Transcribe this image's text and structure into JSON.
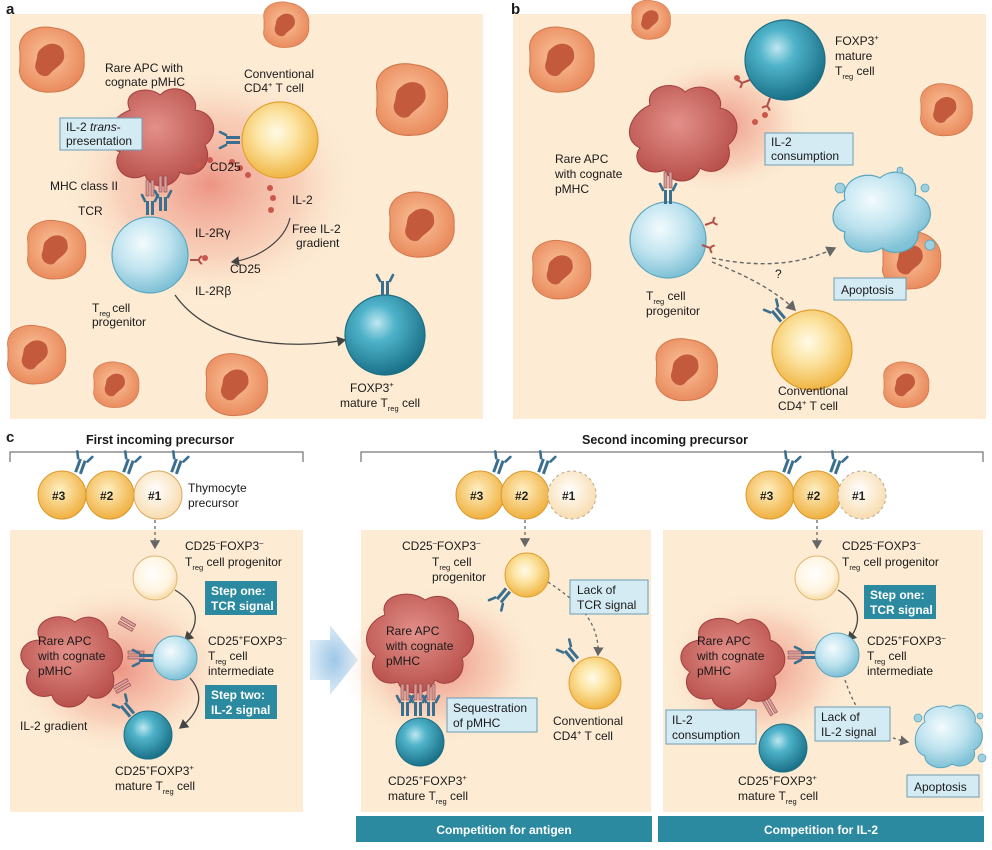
{
  "panels": {
    "a": "a",
    "b": "b",
    "c": "c"
  },
  "panel_a": {
    "rare_apc": [
      "Rare APC with",
      "cognate pMHC"
    ],
    "conventional": [
      "Conventional",
      "CD4",
      "+",
      " T cell"
    ],
    "il2_trans": [
      "IL-2 ",
      "trans",
      "-",
      "presentation"
    ],
    "cd25_top": "CD25",
    "il2": "IL-2",
    "free_il2": [
      "Free IL-2",
      "gradient"
    ],
    "mhc": "MHC class II",
    "tcr": "TCR",
    "il2rg": "IL-2Rγ",
    "cd25": "CD25",
    "il2rb": "IL-2Rβ",
    "treg_prog": [
      "T",
      "reg",
      "cell",
      "progenitor"
    ],
    "foxp3": [
      "FOXP3",
      "+",
      "mature T",
      "reg",
      " cell"
    ]
  },
  "panel_b": {
    "foxp3": [
      "FOXP3",
      "+",
      "mature",
      "T",
      "reg",
      " cell"
    ],
    "il2_cons": [
      "IL-2",
      "consumption"
    ],
    "rare_apc": [
      "Rare APC",
      "with cognate",
      "pMHC"
    ],
    "question": "?",
    "apoptosis": "Apoptosis",
    "treg_prog": [
      "T",
      "reg",
      " cell",
      "progenitor"
    ],
    "conventional": [
      "Conventional",
      "CD4",
      "+",
      " T cell"
    ]
  },
  "panel_c": {
    "first_header": "First incoming precursor",
    "second_header": "Second incoming precursor",
    "n3": "#3",
    "n2": "#2",
    "n1": "#1",
    "thymocyte": [
      "Thymocyte",
      "precursor"
    ],
    "cd25neg": [
      "CD25",
      "–",
      "FOXP3",
      "–"
    ],
    "treg_cell_prog": [
      "T",
      "reg",
      " cell progenitor"
    ],
    "treg_cell": [
      "T",
      "reg",
      " cell"
    ],
    "progenitor": "progenitor",
    "step1": [
      "Step one:",
      "TCR signal"
    ],
    "step2": [
      "Step two:",
      "IL-2 signal"
    ],
    "cd25pos": [
      "CD25",
      "+",
      "FOXP3",
      "–"
    ],
    "intermediate": "intermediate",
    "rare_apc": [
      "Rare APC",
      "with cognate",
      "pMHC"
    ],
    "il2_gradient": "IL-2 gradient",
    "mature": [
      "CD25",
      "+",
      "FOXP3",
      "+",
      "mature T",
      "reg",
      " cell"
    ],
    "lack_tcr": [
      "Lack of",
      "TCR signal"
    ],
    "sequestration": [
      "Sequestration",
      "of pMHC"
    ],
    "conventional": [
      "Conventional",
      "CD4",
      "+",
      " T cell"
    ],
    "il2_cons": [
      "IL-2",
      "consumption"
    ],
    "lack_il2": [
      "Lack of",
      "IL-2 signal"
    ],
    "apoptosis": "Apoptosis",
    "comp_antigen": "Competition for antigen",
    "comp_il2": "Competition for IL-2"
  },
  "colors": {
    "panel_bg": "#fdebd3",
    "apc": "#c85a55",
    "teal": "#2a8fa6",
    "box_teal": "#2b8aa0",
    "light_blue_box": "#d4ebf4",
    "cell_orange": "#e89a6a"
  }
}
